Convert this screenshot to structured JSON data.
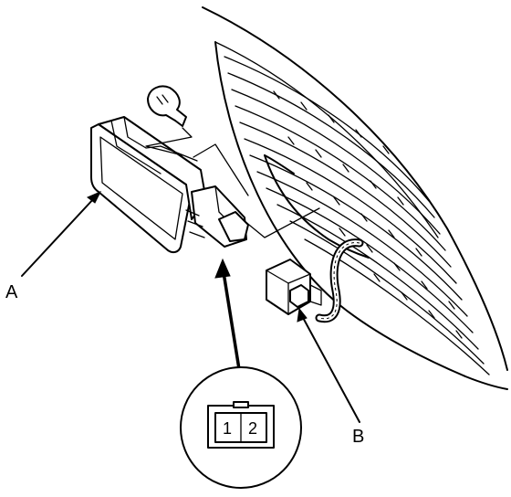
{
  "callouts": {
    "a": "A",
    "b": "B"
  },
  "connector_pins": {
    "pin1": "1",
    "pin2": "2"
  }
}
